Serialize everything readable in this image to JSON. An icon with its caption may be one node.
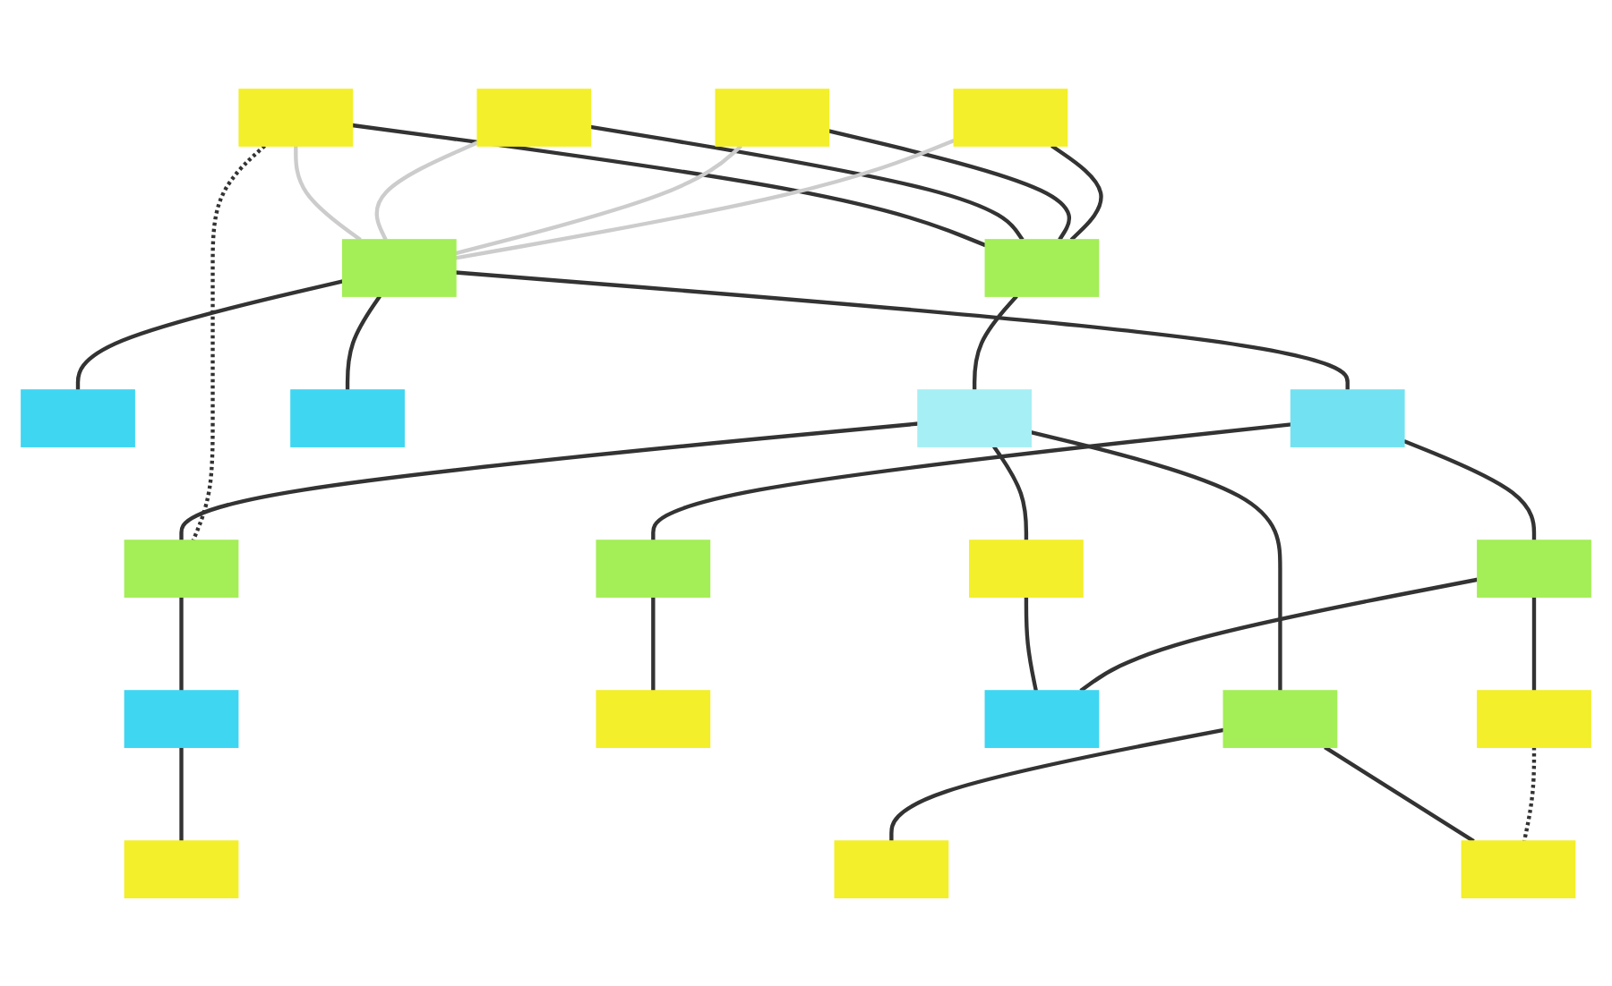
{
  "diagram": {
    "nodes": [
      {
        "text": [],
        "shape": "box"
      },
      {
        "text": [],
        "shape": "box"
      },
      {
        "text": [],
        "shape": "box"
      },
      {
        "text": [],
        "shape": "box"
      },
      {
        "text": [],
        "shape": "box"
      },
      {
        "text": [],
        "shape": "box"
      },
      {
        "text": [],
        "shape": "box"
      },
      {
        "text": [],
        "shape": "box"
      },
      {
        "text": [],
        "shape": "box"
      },
      {
        "text": [],
        "shape": "box"
      },
      {
        "text": [],
        "shape": "box"
      },
      {
        "text": [],
        "shape": "box"
      },
      {
        "text": [],
        "shape": "box"
      },
      {
        "text": [],
        "shape": "box"
      },
      {
        "text": [],
        "shape": "box"
      },
      {
        "text": [],
        "shape": "box"
      },
      {
        "text": [],
        "shape": "box"
      },
      {
        "text": [],
        "shape": "box"
      },
      {
        "text": [],
        "shape": "box"
      },
      {
        "text": [],
        "shape": "box"
      },
      {
        "text": [],
        "shape": "box"
      },
      {
        "text": [],
        "shape": "box"
      }
    ],
    "edges": [
      {
        "from": 0,
        "to": 5,
        "arrow": "none"
      },
      {
        "from": 1,
        "to": 5,
        "arrow": "none"
      },
      {
        "from": 2,
        "to": 5,
        "arrow": "none"
      },
      {
        "from": 3,
        "to": 5,
        "arrow": "none"
      },
      {
        "from": 0,
        "to": 4,
        "arrow": "none",
        "color": "#cccccc"
      },
      {
        "from": 1,
        "to": 4,
        "arrow": "none",
        "color": "#cccccc"
      },
      {
        "from": 2,
        "to": 4,
        "arrow": "none",
        "color": "#cccccc"
      },
      {
        "from": 3,
        "to": 4,
        "arrow": "none",
        "color": "#cccccc"
      },
      {
        "from": 3,
        "to": 7,
        "arrow": "none",
        "style": "dashed"
      },
      {
        "from": 5,
        "to": 6,
        "arrow": "none"
      },
      {
        "from": 6,
        "to": 7,
        "arrow": "none"
      },
      {
        "from": 4,
        "to": 8,
        "arrow": "none"
      },
      {
        "from": 4,
        "to": 9,
        "arrow": "none"
      },
      {
        "from": 4,
        "to": 10,
        "arrow": "none"
      },
      {
        "from": 6,
        "to": 11,
        "arrow": "none"
      },
      {
        "from": 6,
        "to": 12,
        "arrow": "none"
      },
      {
        "from": 7,
        "to": 13,
        "arrow": "none"
      },
      {
        "from": 9,
        "to": 14,
        "arrow": "none"
      },
      {
        "from": 9,
        "to": 15,
        "arrow": "none"
      },
      {
        "from": 15,
        "to": 16,
        "arrow": "none"
      },
      {
        "from": 11,
        "to": 16,
        "arrow": "none"
      },
      {
        "from": 14,
        "to": 17,
        "arrow": "none"
      },
      {
        "from": 15,
        "to": 18,
        "arrow": "none"
      },
      {
        "from": 18,
        "to": 19,
        "arrow": "none",
        "style": "dashed"
      },
      {
        "from": 12,
        "to": 19,
        "arrow": "none"
      },
      {
        "from": 12,
        "to": 20,
        "arrow": "none"
      },
      {
        "from": 13,
        "to": 21,
        "arrow": "none"
      }
    ]
  }
}
